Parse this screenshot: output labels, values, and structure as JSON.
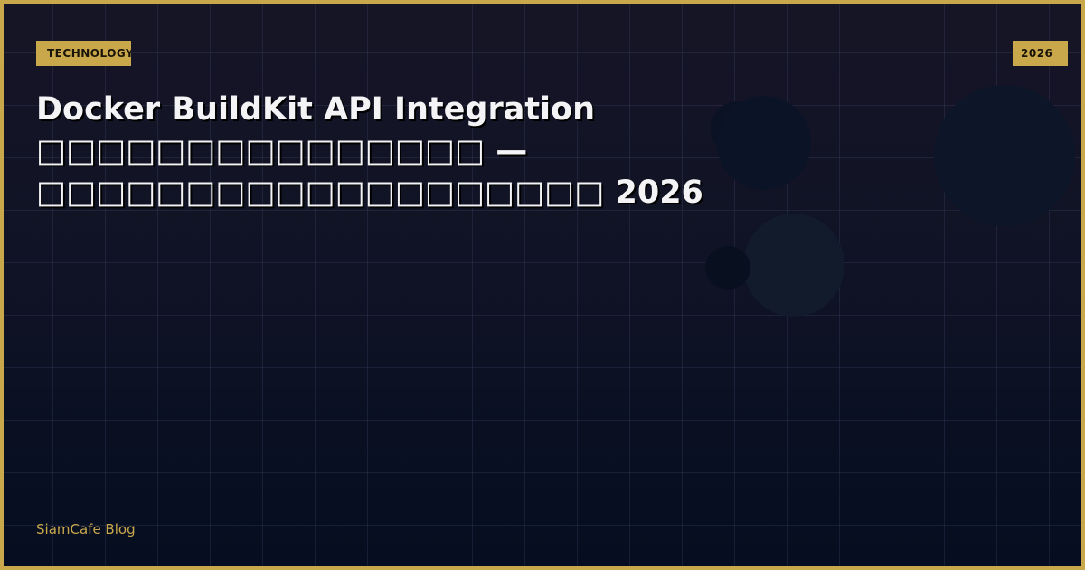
{
  "category": "TECHNOLOGY",
  "year": "2026",
  "title": {
    "line1": "Docker BuildKit API Integration",
    "line2": "□□□□□□□□□□□□□□□ —",
    "line3": "□□□□□□□□□□□□□□□□□□□ 2026"
  },
  "footer": "SiamCafe Blog",
  "colors": {
    "accent": "#c9a84c",
    "background": "#0f1325",
    "text": "#f4f4f6"
  }
}
